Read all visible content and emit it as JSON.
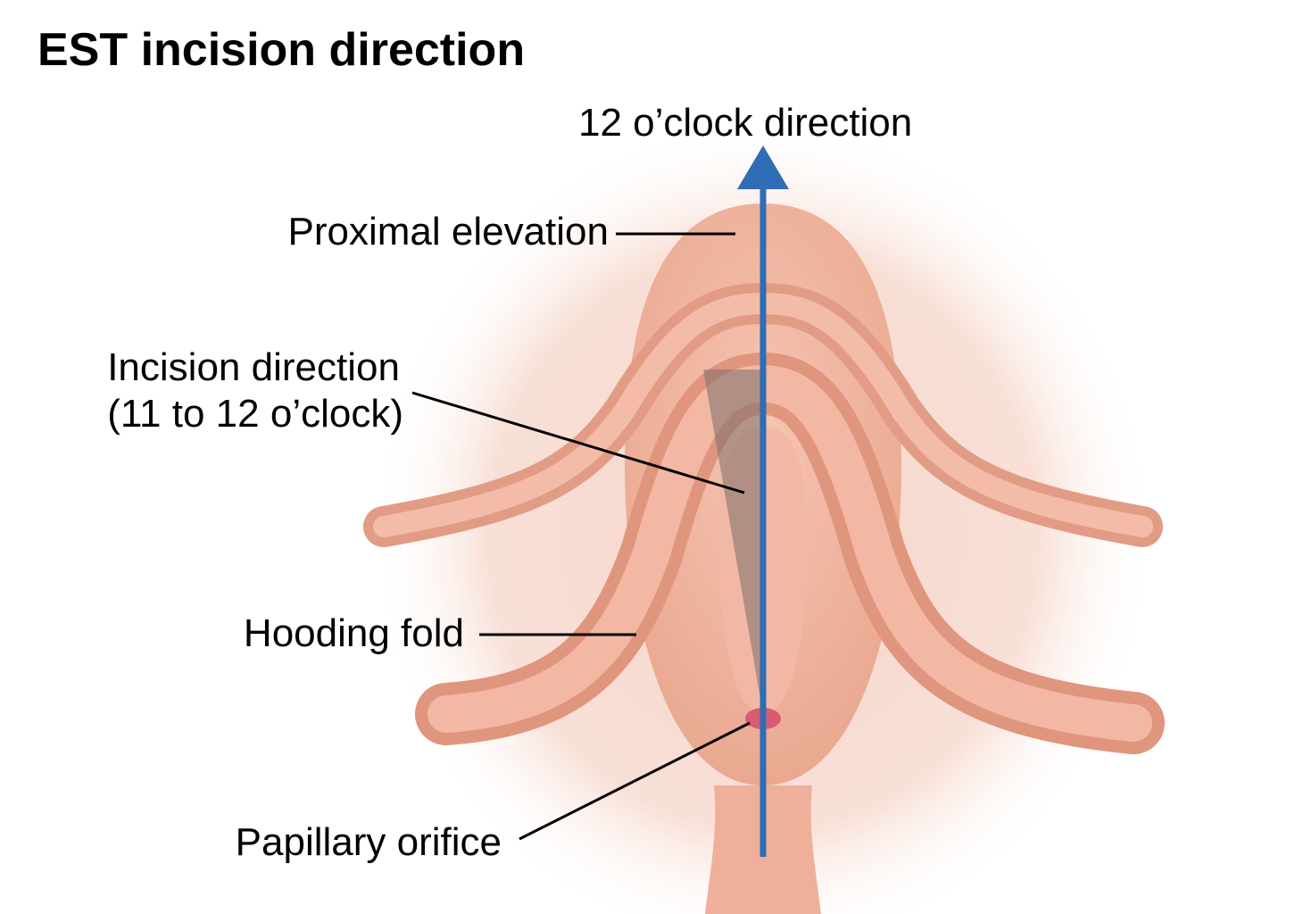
{
  "title": "EST incision direction",
  "labels": {
    "top_direction": "12 o’clock direction",
    "proximal_elevation": "Proximal elevation",
    "incision_direction_line1": "Incision direction",
    "incision_direction_line2": "(11 to 12 o’clock)",
    "hooding_fold": "Hooding fold",
    "papillary_orifice": "Papillary orifice"
  },
  "colors": {
    "axis_arrow": "#2f6db5",
    "tissue": "#efb19c",
    "tissue_dark": "#d88d76",
    "background_glow": "#f7d9cf",
    "orifice": "#d95b73",
    "incision_wedge": "#7a706c"
  }
}
